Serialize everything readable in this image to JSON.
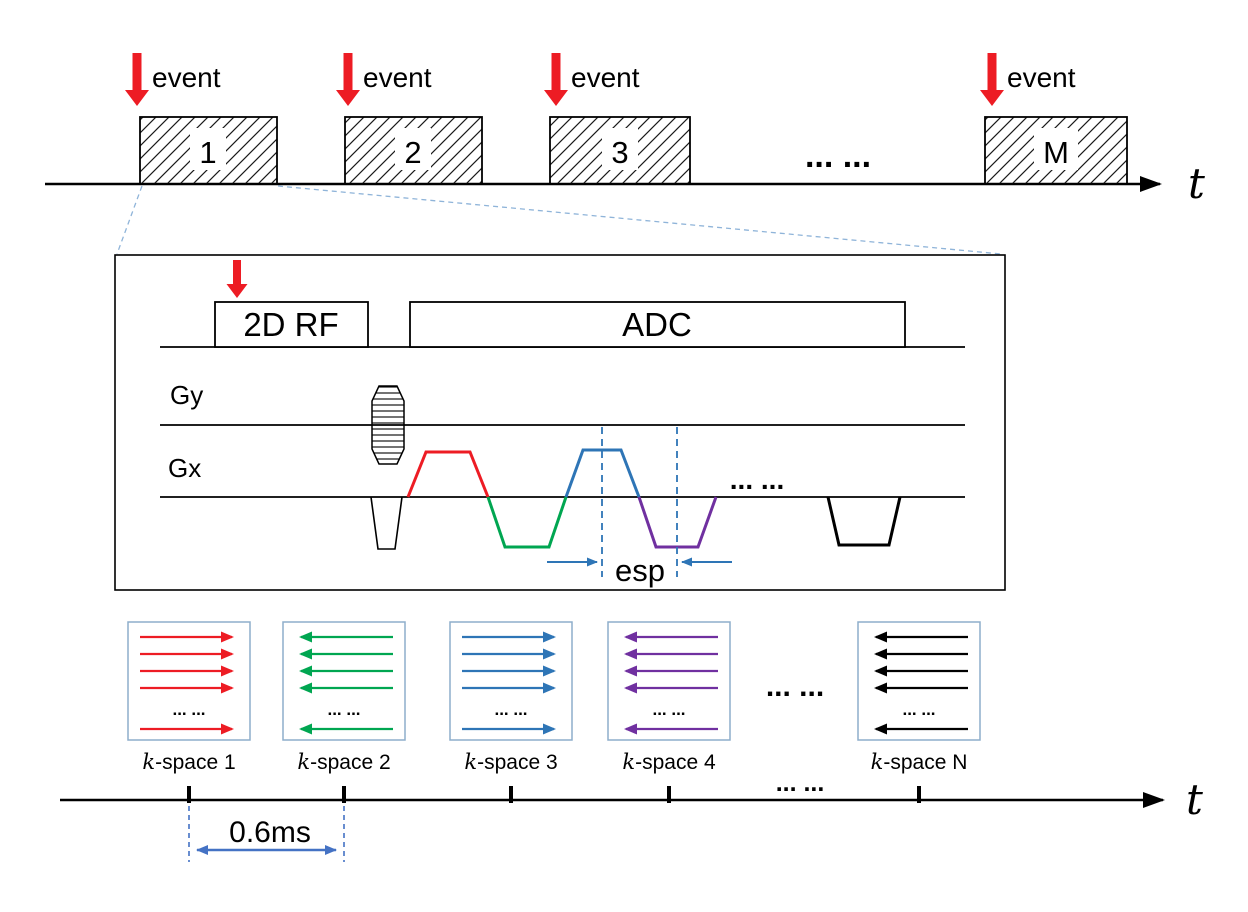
{
  "top_timeline": {
    "event_label": "event",
    "box_labels": [
      "1",
      "2",
      "3",
      "M"
    ],
    "dots": "... ...",
    "axis_label": "t"
  },
  "pulse_sequence": {
    "rf_label": "2D RF",
    "adc_label": "ADC",
    "gy_label": "Gy",
    "gx_label": "Gx",
    "dots": "... ...",
    "esp_label": "esp"
  },
  "kspace_row": {
    "boxes": [
      {
        "label_k": "k",
        "label_rest": "-space 1",
        "color": "#ed1c24",
        "arrow_direction": "right"
      },
      {
        "label_k": "k",
        "label_rest": "-space 2",
        "color": "#00a651",
        "arrow_direction": "left"
      },
      {
        "label_k": "k",
        "label_rest": "-space 3",
        "color": "#2e75b6",
        "arrow_direction": "right"
      },
      {
        "label_k": "k",
        "label_rest": "-space 4",
        "color": "#7030a0",
        "arrow_direction": "left"
      },
      {
        "label_k": "k",
        "label_rest": "-space N",
        "color": "#000000",
        "arrow_direction": "left"
      }
    ],
    "dots": "... ...",
    "row_dots": "... ...",
    "timeline_dots": "... ...",
    "axis_label": "t",
    "spacing_label": "0.6ms"
  },
  "colors": {
    "event_arrow_red": "#ed1c24",
    "gradient_red": "#ed1c24",
    "gradient_green": "#00a651",
    "gradient_blue": "#2e75b6",
    "gradient_purple": "#7030a0",
    "gradient_black": "#000000",
    "esp_annotation_blue": "#2e75b6",
    "spacing_arrow_blue": "#4472c4",
    "kspace_box_border": "#8eaecb",
    "zoom_connector_blue": "#8fb4d9"
  }
}
